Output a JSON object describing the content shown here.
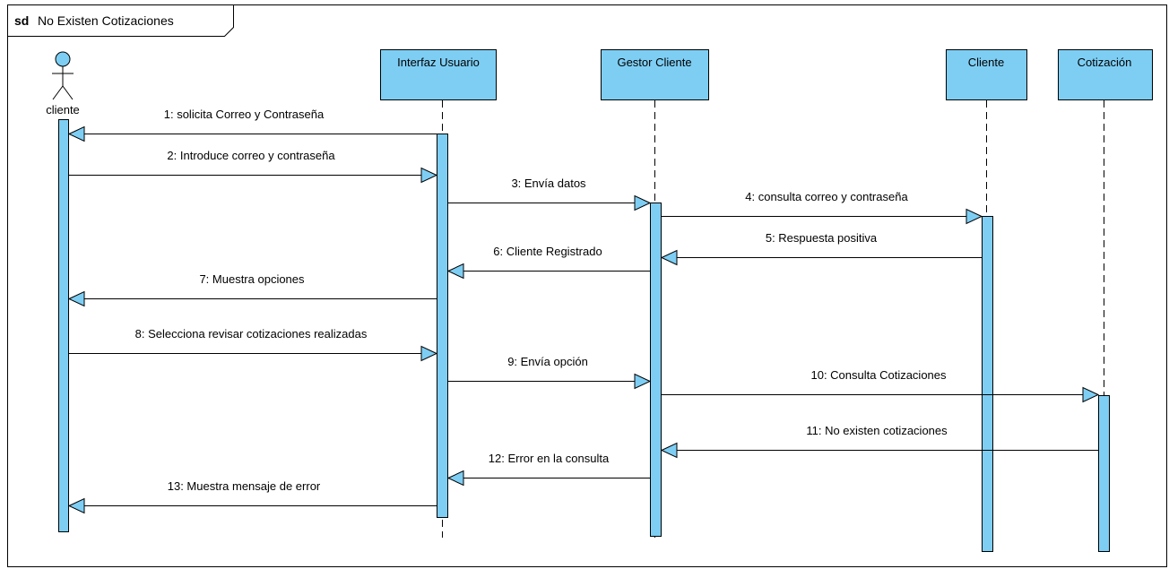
{
  "frame": {
    "keyword": "sd",
    "name": "No Existen Cotizaciones"
  },
  "actor": {
    "label": "cliente"
  },
  "lifelines": [
    {
      "id": "ui",
      "label": "Interfaz Usuario"
    },
    {
      "id": "gc",
      "label": "Gestor Cliente"
    },
    {
      "id": "cl",
      "label": "Cliente"
    },
    {
      "id": "co",
      "label": "Cotización"
    }
  ],
  "messages": [
    {
      "label": "1: solicita Correo y Contraseña",
      "from": "ui",
      "to": "actor"
    },
    {
      "label": "2: Introduce correo y contraseña",
      "from": "actor",
      "to": "ui"
    },
    {
      "label": "3: Envía datos",
      "from": "ui",
      "to": "gc"
    },
    {
      "label": "4: consulta correo y contraseña",
      "from": "gc",
      "to": "cl"
    },
    {
      "label": "5: Respuesta positiva",
      "from": "cl",
      "to": "gc"
    },
    {
      "label": "6: Cliente Registrado",
      "from": "gc",
      "to": "ui"
    },
    {
      "label": "7: Muestra opciones",
      "from": "ui",
      "to": "actor"
    },
    {
      "label": "8: Selecciona revisar cotizaciones realizadas",
      "from": "actor",
      "to": "ui"
    },
    {
      "label": "9: Envía opción",
      "from": "ui",
      "to": "gc"
    },
    {
      "label": "10: Consulta Cotizaciones",
      "from": "gc",
      "to": "co"
    },
    {
      "label": "11: No existen cotizaciones",
      "from": "co",
      "to": "gc"
    },
    {
      "label": "12: Error en la consulta",
      "from": "gc",
      "to": "ui"
    },
    {
      "label": "13: Muestra mensaje de error",
      "from": "ui",
      "to": "actor"
    }
  ],
  "colors": {
    "fill": "#7ecef4",
    "stroke": "#000000"
  }
}
